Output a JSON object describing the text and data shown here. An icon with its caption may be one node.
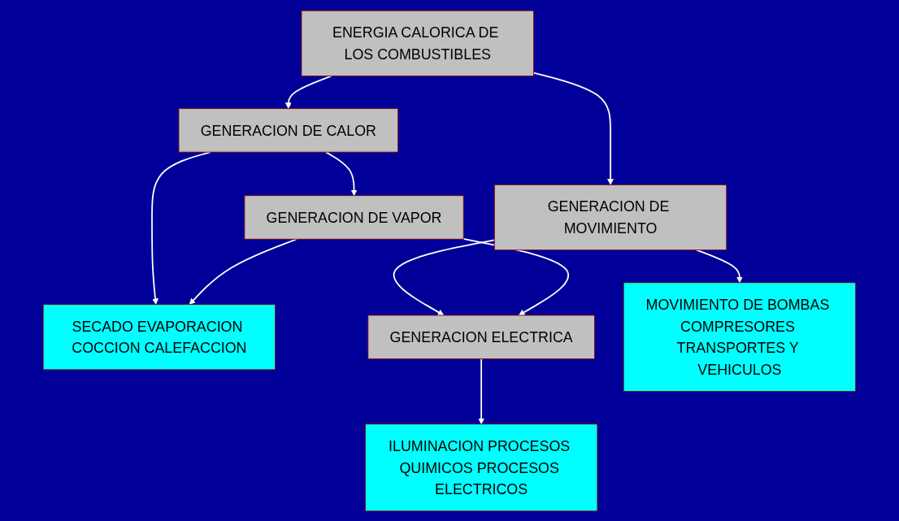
{
  "diagram": {
    "nodes": [
      {
        "text": [
          "ENERGIA CALORICA DE LOS COMBUSTIBLES"
        ]
      },
      {
        "text": [
          "GENERACION DE CALOR"
        ]
      },
      {
        "text": [
          "GENERACION DE MOVIMIENTO"
        ]
      },
      {
        "text": [
          "SECADO EVAPORACION COCCION CALEFACCION"
        ]
      },
      {
        "text": [
          "MOVIMIENTO DE BOMBAS COMPRESORES TRANSPORTES Y VEHICULOS"
        ]
      },
      {
        "text": [
          "GENERACION DE VAPOR"
        ]
      },
      {
        "text": [
          "GENERACION ELECTRICA"
        ]
      },
      {
        "text": [
          "ILUMINACION PROCESOS QUIMICOS PROCESOS ELECTRICOS"
        ]
      }
    ],
    "edges": [
      {
        "from": 0,
        "to": 1,
        "arrow": "to"
      },
      {
        "from": 0,
        "to": 2,
        "arrow": "to"
      },
      {
        "from": 1,
        "to": 3,
        "arrow": "to"
      },
      {
        "from": 1,
        "to": 5,
        "arrow": "to"
      },
      {
        "from": 2,
        "to": 4,
        "arrow": "to"
      },
      {
        "from": 2,
        "to": 6,
        "arrow": "to"
      },
      {
        "from": 5,
        "to": 3,
        "arrow": "to"
      },
      {
        "from": 5,
        "to": 6,
        "arrow": "to"
      },
      {
        "from": 6,
        "to": 7,
        "arrow": "to"
      }
    ]
  }
}
